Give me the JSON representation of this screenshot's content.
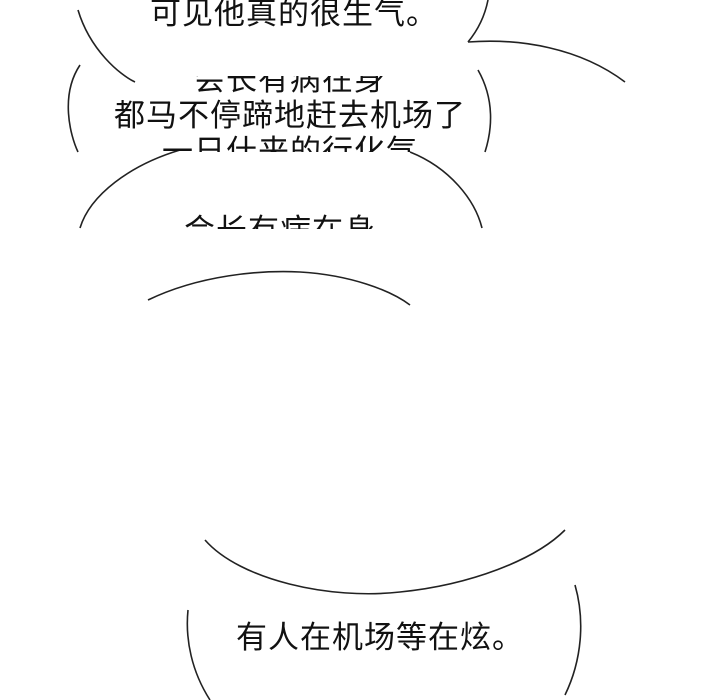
{
  "speech_bubbles": [
    {
      "id": "bubble-1",
      "text": "可见他真的很生气。"
    },
    {
      "id": "bubble-2",
      "lines": [
        "会长有病在身",
        "都马不停蹄地赶去机场了",
        "一日什来的行化气"
      ]
    },
    {
      "id": "bubble-3",
      "text": "会长有病在身"
    },
    {
      "id": "bubble-4",
      "text": ""
    },
    {
      "id": "bubble-5",
      "text": "有人在机场等在炫。"
    }
  ],
  "colors": {
    "background": "#ffffff",
    "outline": "#222222",
    "text": "#111111"
  }
}
